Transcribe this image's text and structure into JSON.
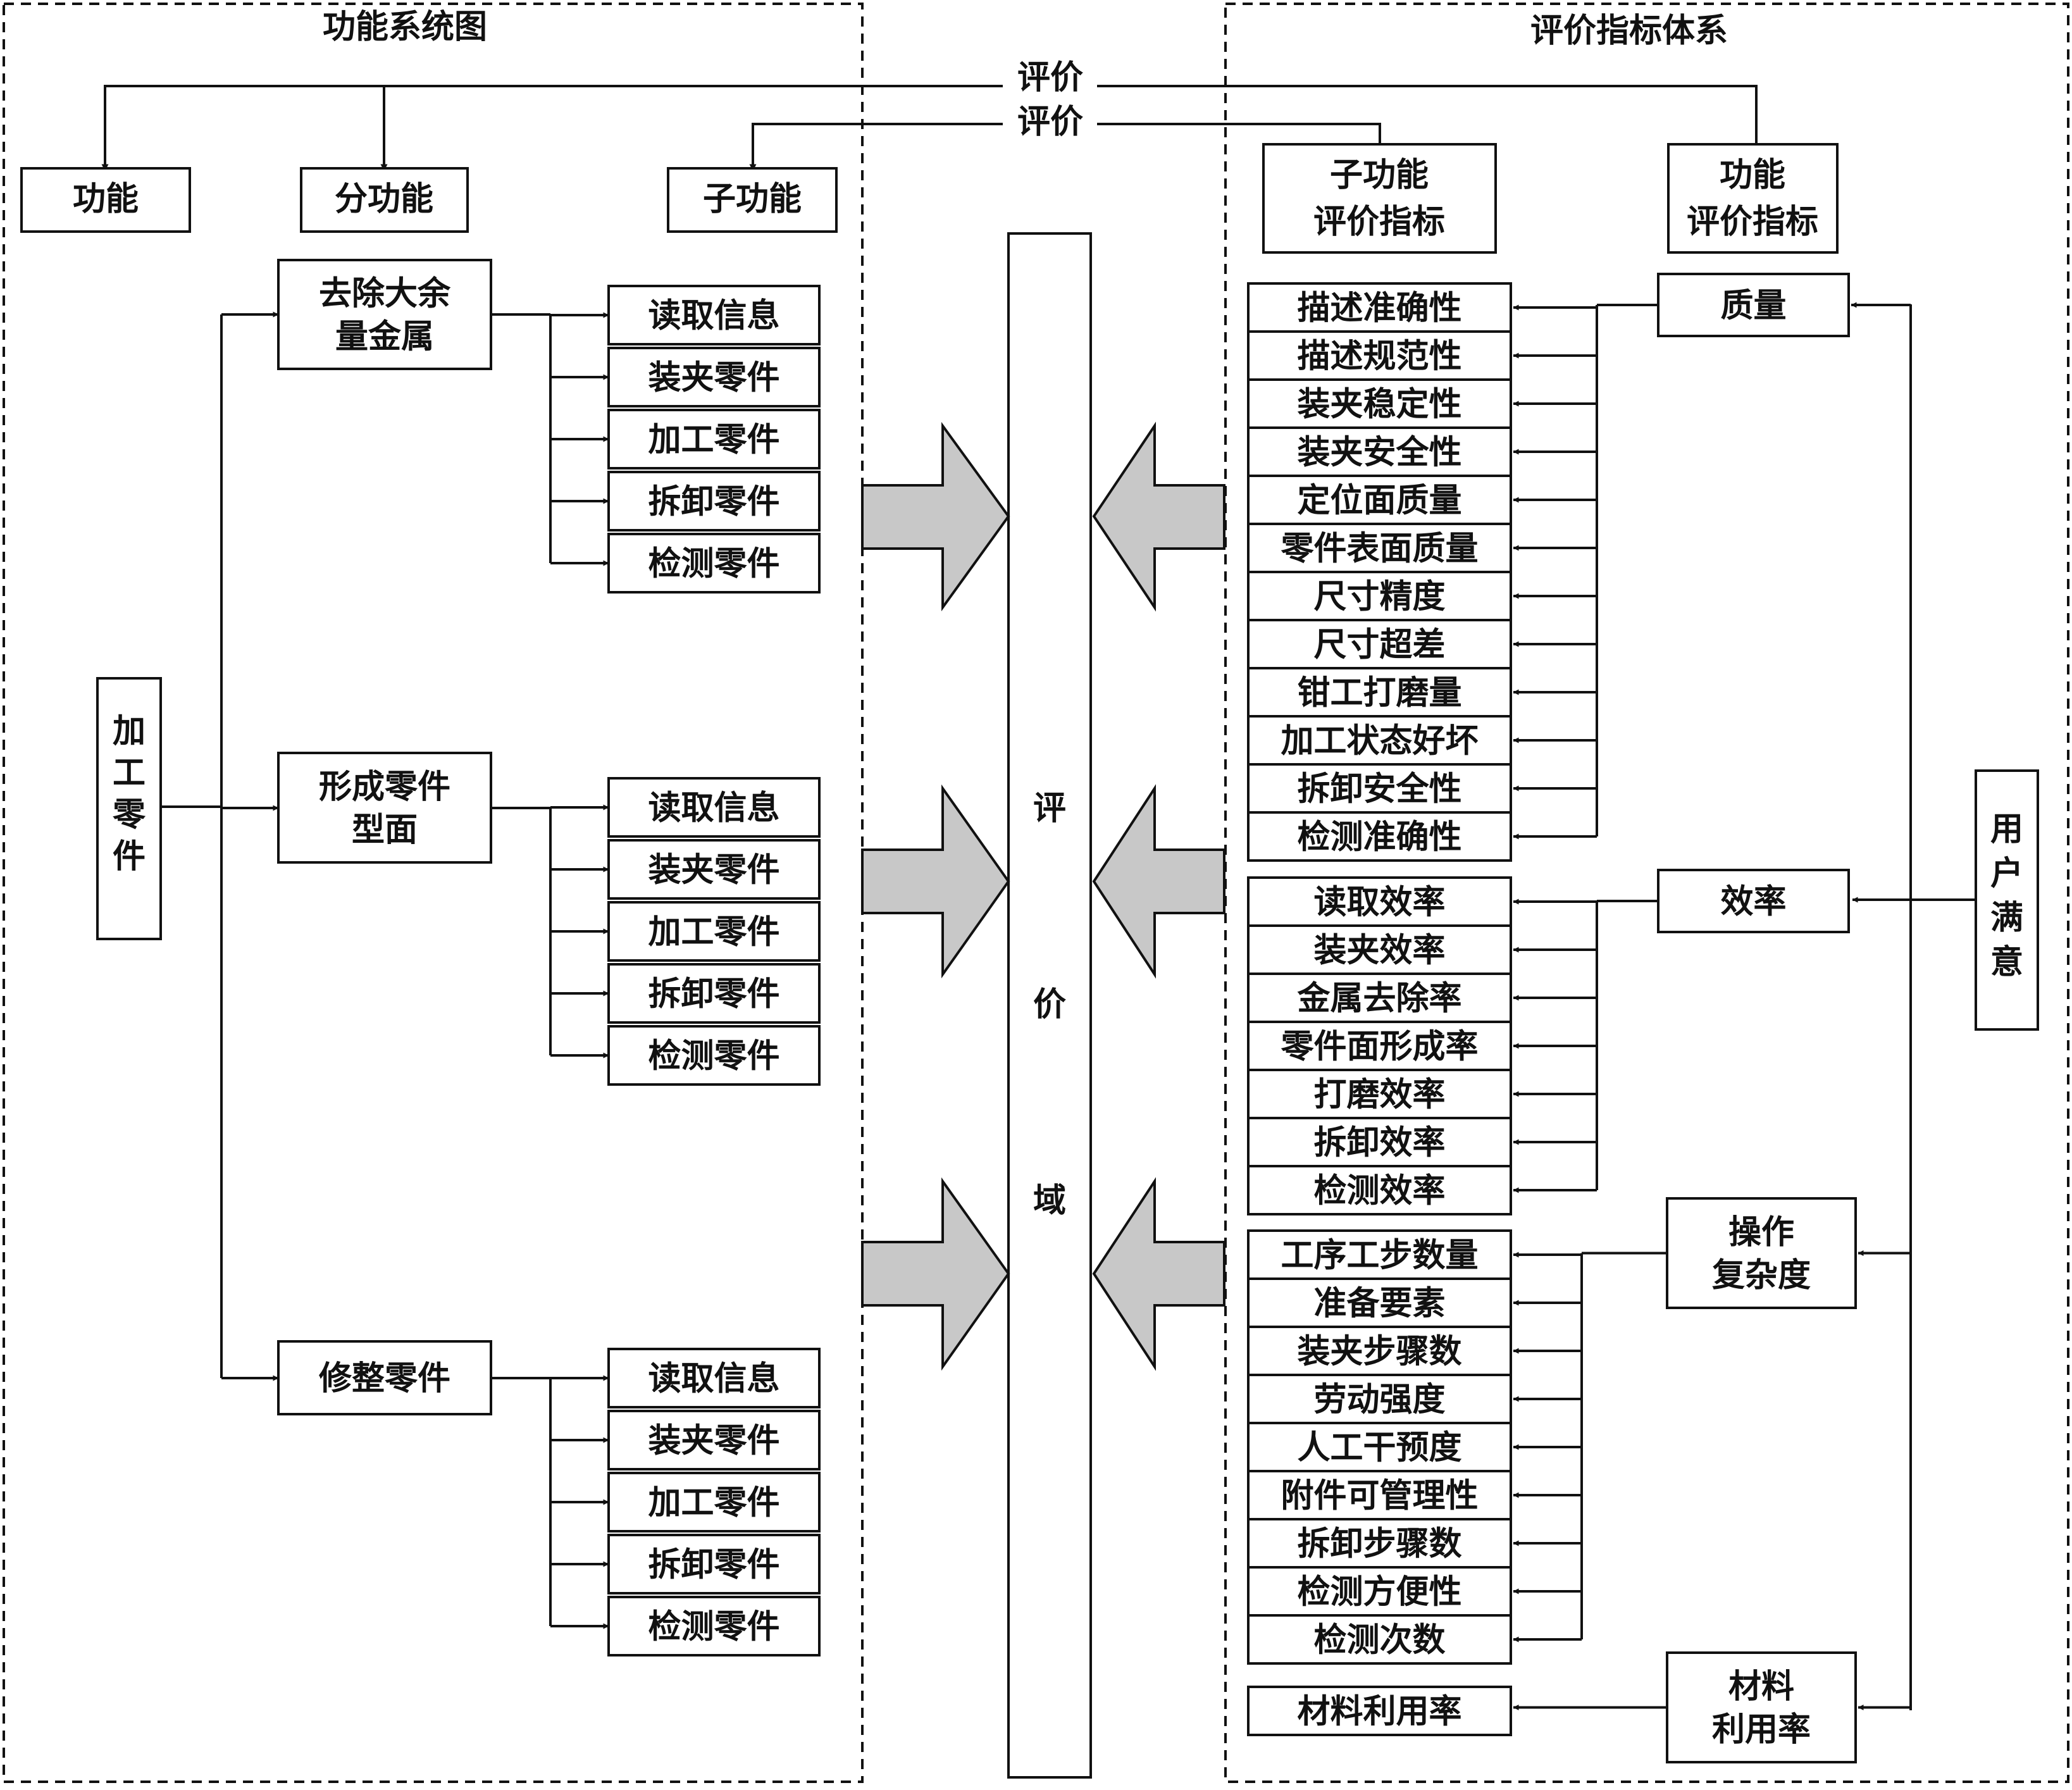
{
  "left_panel": {
    "title": "功能系统图",
    "level_headers": [
      "功能",
      "分功能",
      "子功能"
    ],
    "root": [
      "加",
      "工",
      "零",
      "件"
    ],
    "branches": [
      {
        "label": [
          "去除大余",
          "量金属"
        ],
        "subs": [
          "读取信息",
          "装夹零件",
          "加工零件",
          "拆卸零件",
          "检测零件"
        ]
      },
      {
        "label": [
          "形成零件",
          "型面"
        ],
        "subs": [
          "读取信息",
          "装夹零件",
          "加工零件",
          "拆卸零件",
          "检测零件"
        ]
      },
      {
        "label": [
          "修整零件"
        ],
        "subs": [
          "读取信息",
          "装夹零件",
          "加工零件",
          "拆卸零件",
          "检测零件"
        ]
      }
    ]
  },
  "center": {
    "eval_label_1": "评价",
    "eval_label_2": "评价",
    "domain_chars": [
      "评",
      "价",
      "域"
    ]
  },
  "right_panel": {
    "title": "评价指标体系",
    "sub_indicator_header": [
      "子功能",
      "评价指标"
    ],
    "func_indicator_header": [
      "功能",
      "评价指标"
    ],
    "root": [
      "用",
      "户",
      "满",
      "意"
    ],
    "groups": [
      {
        "label": [
          "质量"
        ],
        "items": [
          "描述准确性",
          "描述规范性",
          "装夹稳定性",
          "装夹安全性",
          "定位面质量",
          "零件表面质量",
          "尺寸精度",
          "尺寸超差",
          "钳工打磨量",
          "加工状态好坏",
          "拆卸安全性",
          "检测准确性"
        ]
      },
      {
        "label": [
          "效率"
        ],
        "items": [
          "读取效率",
          "装夹效率",
          "金属去除率",
          "零件面形成率",
          "打磨效率",
          "拆卸效率",
          "检测效率"
        ]
      },
      {
        "label": [
          "操作",
          "复杂度"
        ],
        "items": [
          "工序工步数量",
          "准备要素",
          "装夹步骤数",
          "劳动强度",
          "人工干预度",
          "附件可管理性",
          "拆卸步骤数",
          "检测方便性",
          "检测次数"
        ]
      },
      {
        "label": [
          "材料",
          "利用率"
        ],
        "items": [
          "材料利用率"
        ]
      }
    ]
  }
}
